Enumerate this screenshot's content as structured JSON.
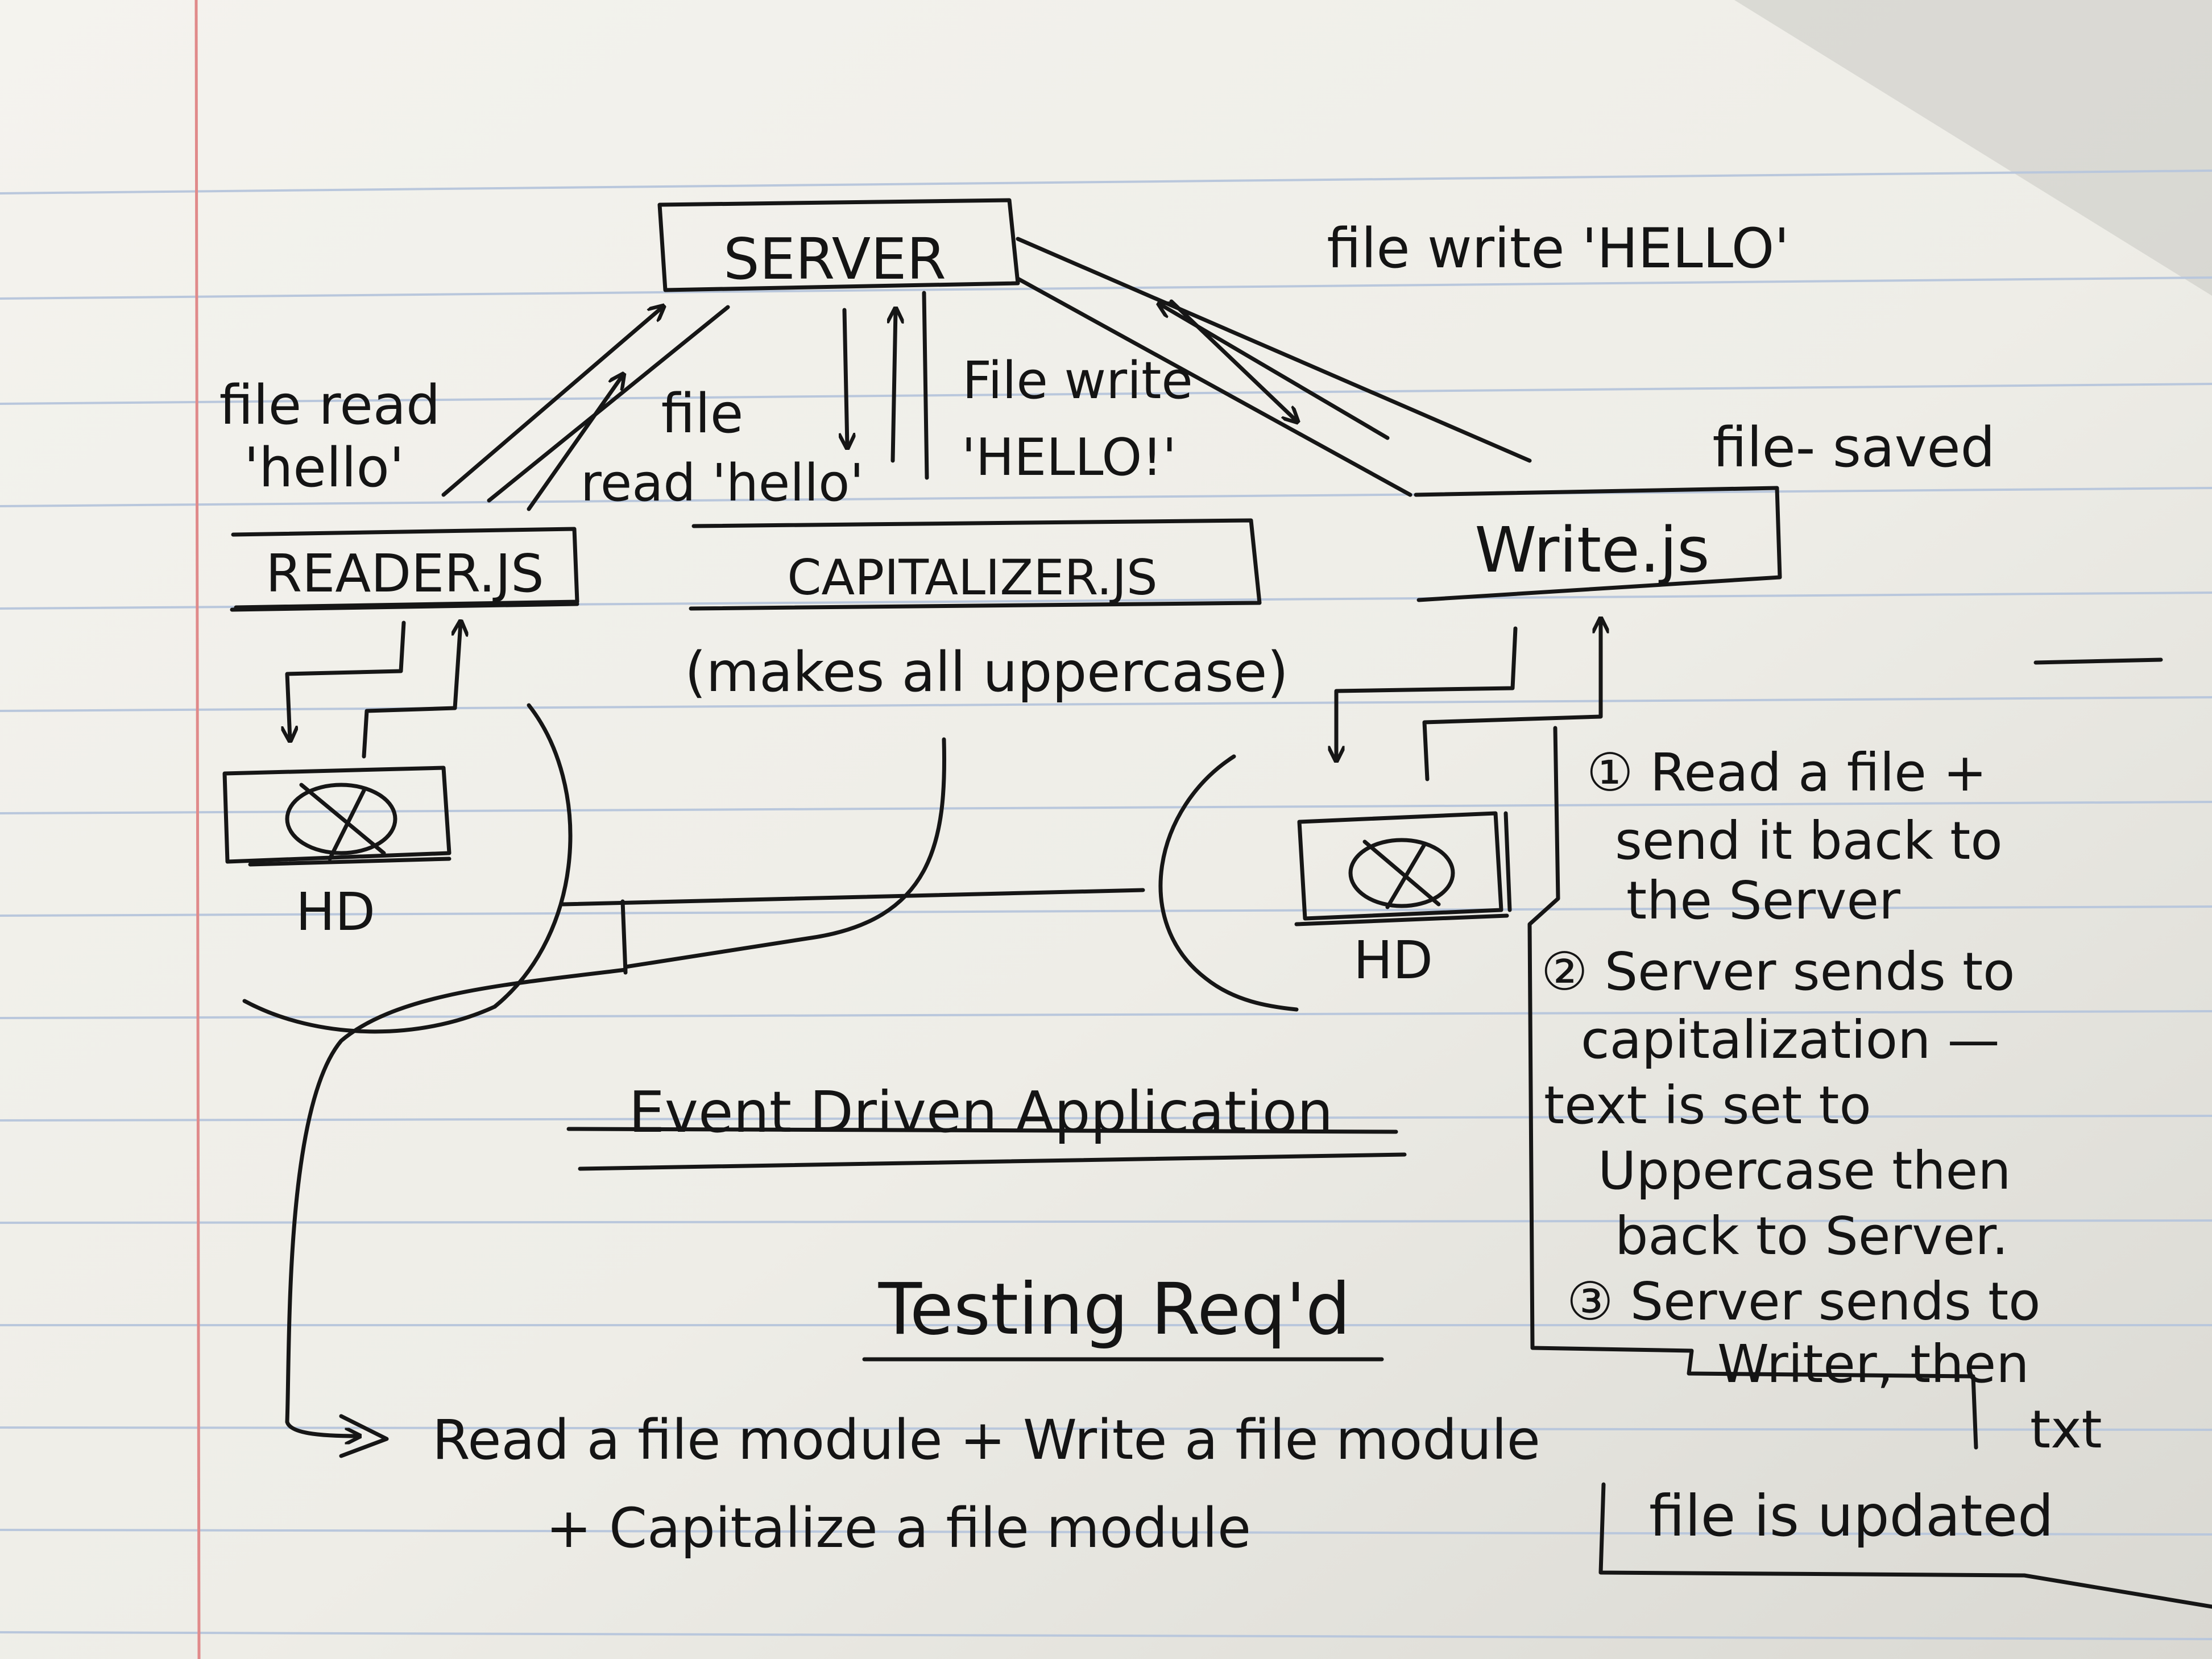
{
  "diagram": {
    "nodes": {
      "server": "SERVER",
      "reader": "READER.JS",
      "capitalizer": "CAPITALIZER.JS",
      "capitalizer_note": "(makes all uppercase)",
      "writer": "Write.js",
      "hd_left": "HD",
      "hd_right": "HD"
    },
    "edges": {
      "file_read_hello": "file read",
      "file_read_hello_2": "'hello'",
      "file_read_hello_b": "file",
      "file_read_hello_b2": "read 'hello'",
      "file_write_hello": "File write",
      "file_write_hello_2": "'HELLO!'",
      "file_write_top": "file write 'HELLO'",
      "file_saved": "file- saved"
    },
    "steps": [
      "① Read a file +",
      "send it back to",
      "the Server",
      "② Server sends to",
      "capitalization —",
      "text is set to",
      "Uppercase then",
      "back to Server.",
      "③ Server sends to",
      "Writer, then",
      "txt",
      "file is updated"
    ],
    "title": "Event Driven Application",
    "testing_title": "Testing Req'd",
    "testing_line_1": "Read a file module + Write a file module",
    "testing_line_2": "+ Capitalize a file module"
  }
}
